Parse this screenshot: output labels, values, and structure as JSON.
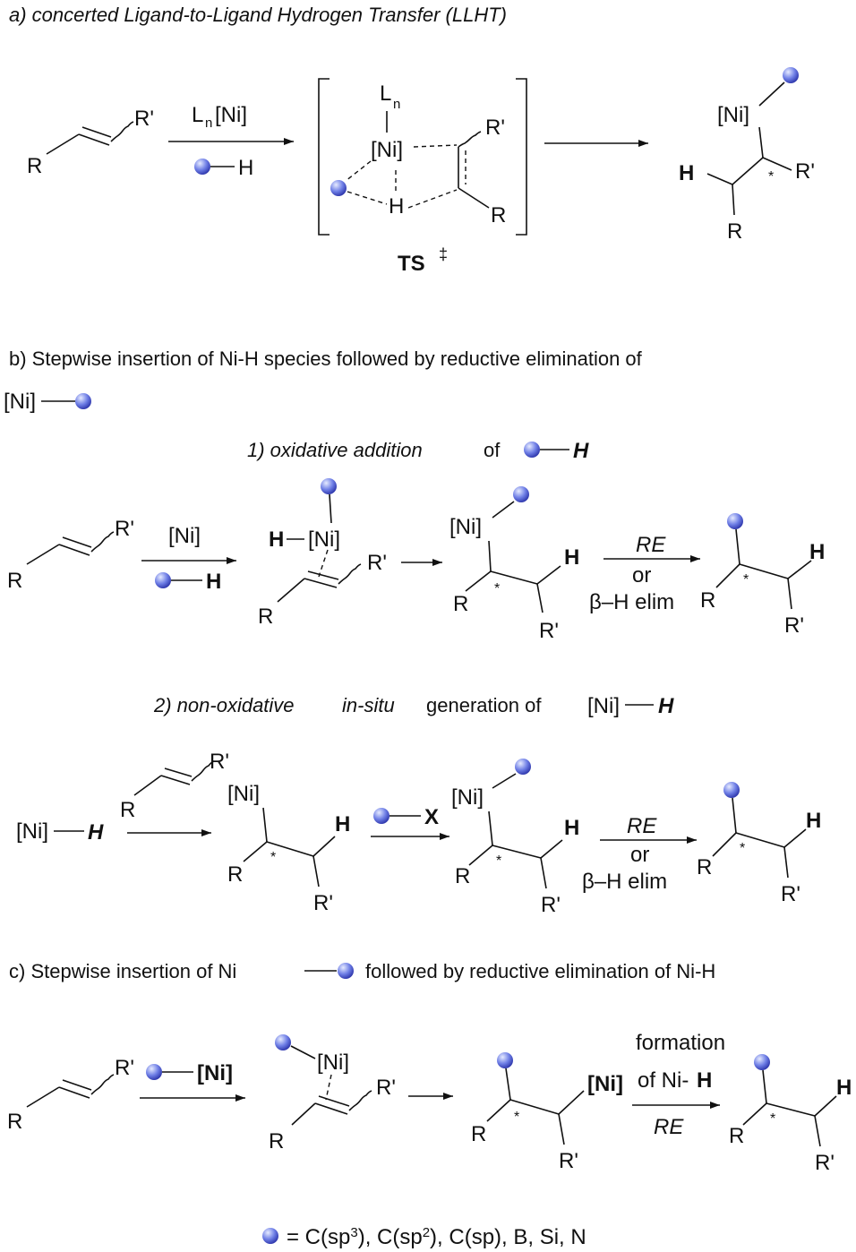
{
  "atoms": {
    "ni": "[Ni]",
    "h": "H",
    "r": "R",
    "rp": "R'",
    "ln": "L",
    "n": "n",
    "x": "X",
    "star": "*",
    "dagger": "‡",
    "ts": "TS",
    "ln_ni": "Ln[Ni]"
  },
  "arrow_labels": {
    "re": "RE",
    "or": "or",
    "beta_h_elim": "β–H elim",
    "formation": "formation",
    "of_ni": "of Ni-"
  },
  "sections": {
    "a_title": "a) concerted Ligand-to-Ligand Hydrogen Transfer (LLHT)",
    "b_title": "b) Stepwise insertion of Ni-H species followed by reductive elimination of",
    "b1_title_italic": "1) oxidative addition",
    "b1_title_rest": "of",
    "b2_title_italic1": "2) non-oxidative",
    "b2_title_italic2": "in-situ",
    "b2_title_rest": "generation of",
    "c_title_start": "c) Stepwise insertion of Ni",
    "c_title_end": "followed by reductive elimination of Ni-H"
  },
  "legend": {
    "text": "= C(sp3), C(sp2), C(sp), B, Si, N"
  },
  "colors": {
    "sphere_light": "#e6ebff",
    "sphere_mid": "#6f7fe6",
    "sphere_dark": "#2a32a8",
    "ink": "#111111"
  }
}
